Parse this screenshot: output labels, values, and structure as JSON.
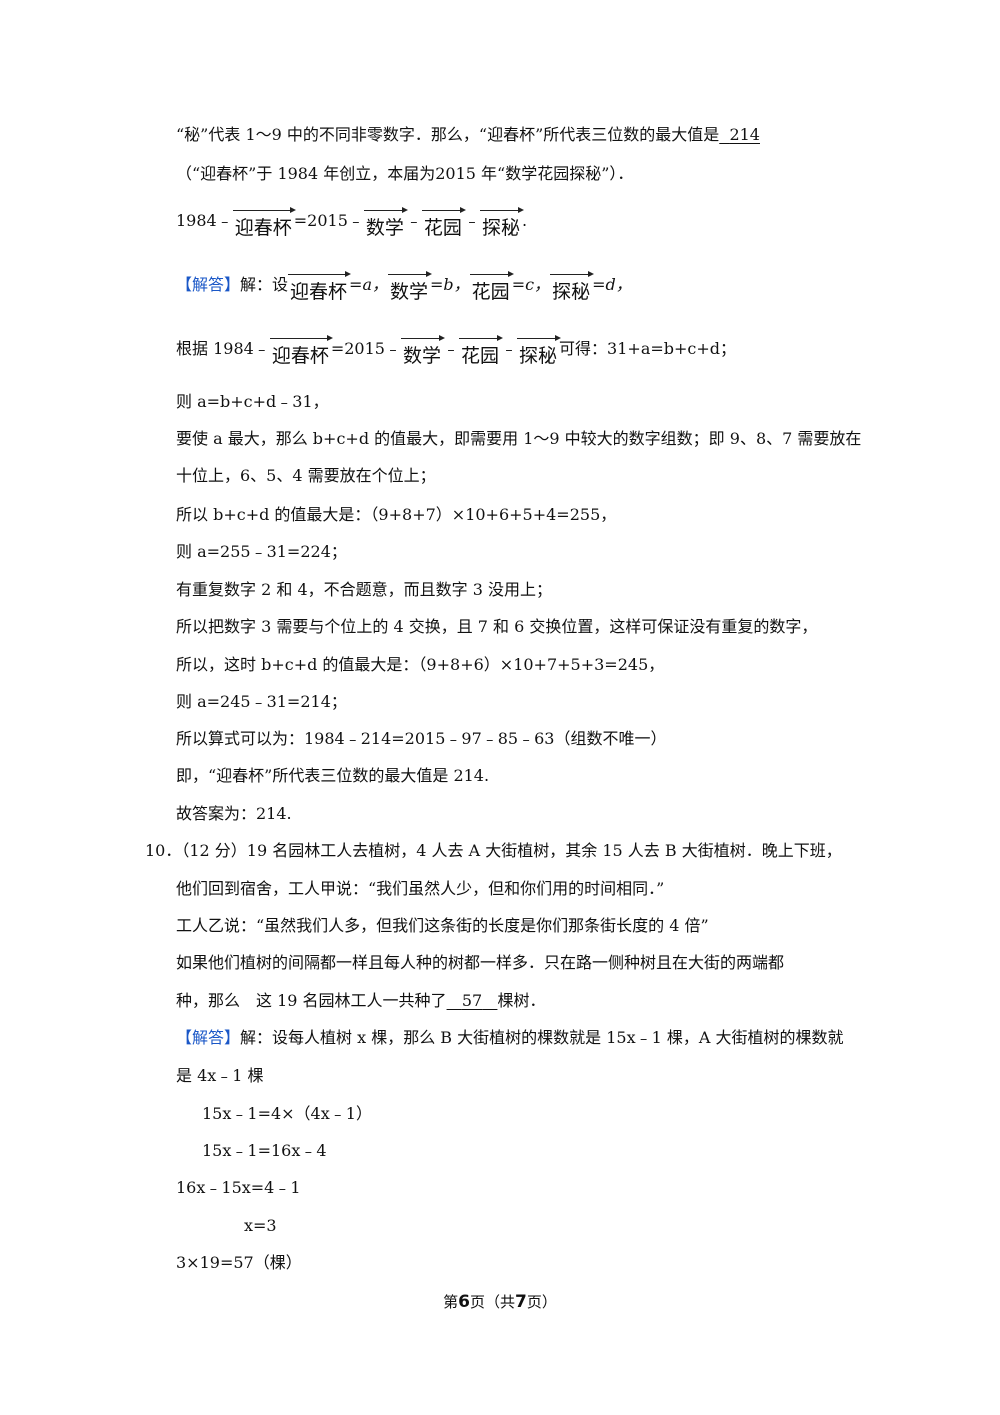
{
  "l1": {
    "a": "“秘”代表 1～9 中的不同非零数字．那么，“迎春杯”所代表三位数的最大值是",
    "ans": "214"
  },
  "l2": "（“迎春杯”于 1984 年创立，本届为2015 年“数学花园探秘”）．",
  "l3": {
    "a": "1984﹣",
    "w1": "迎春杯",
    "b": "=2015﹣",
    "w2": "数学",
    "c": "﹣",
    "w3": "花园",
    "d": "﹣",
    "w4": "探秘",
    "e": "."
  },
  "l4": {
    "tag": "【解答】",
    "a": "解：设",
    "w1": "迎春杯",
    "b": "=a，",
    "w2": "数学",
    "c": "=b，",
    "w3": "花园",
    "d": "=c，",
    "w4": "探秘",
    "e": "=d，"
  },
  "l5": {
    "a": "根据 1984﹣",
    "w1": "迎春杯",
    "b": "=2015﹣",
    "w2": "数学",
    "c": "﹣",
    "w3": "花园",
    "d": "﹣",
    "w4": "探秘",
    "e": "可得：31+a=b+c+d；"
  },
  "s1": "则 a=b+c+d﹣31，",
  "s2": "要使 a 最大，那么 b+c+d 的值最大，即需要用 1～9 中较大的数字组数；即 9、8、7 需要放在",
  "s3": "十位上，6、5、4 需要放在个位上；",
  "s4": "所以 b+c+d 的值最大是：（9+8+7）×10+6+5+4=255，",
  "s5": "则 a=255﹣31=224；",
  "s6": "有重复数字 2 和 4，不合题意，而且数字 3 没用上；",
  "s7": "所以把数字 3 需要与个位上的 4 交换，且 7 和 6 交换位置，这样可保证没有重复的数字，",
  "s8": "所以，这时 b+c+d 的值最大是：（9+8+6）×10+7+5+3=245，",
  "s9": "则 a=245﹣31=214；",
  "s10": "所以算式可以为：1984﹣214=2015﹣97﹣85﹣63（组数不唯一）",
  "s11": "即，“迎春杯”所代表三位数的最大值是 214.",
  "s12": "故答案为：214.",
  "q10": {
    "n": "10．（12 分）19 名园林工人去植树，4 人去 A 大街植树，其余 15 人去 B 大街植树．晚上下班，",
    "l2": "他们回到宿舍，工人甲说：“我们虽然人少，但和你们用的时间相同．”",
    "l3": "工人乙说：“虽然我们人多，但我们这条街的长度是你们那条街长度的 4 倍”",
    "l4": "如果他们植树的间隔都一样且每人种的树都一样多．只在路一侧种树且在大街的两端都",
    "l5a": "种，那么　这 19 名园林工人一共种了",
    "ans": "57",
    "l5b": "棵树．"
  },
  "a10": {
    "tag": "【解答】",
    "l1": "解：设每人植树 x 棵，那么 B 大街植树的棵数就是 15x﹣1 棵，A 大街植树的棵数就",
    "l2": "是 4x﹣1 棵",
    "e1": "15x﹣1=4×（4x﹣1）",
    "e2": "15x﹣1=16x﹣4",
    "e3": "16x﹣15x=4﹣1",
    "e4": "x=3",
    "e5": "3×19=57（棵）"
  },
  "footer": {
    "a": "第",
    "page": "6",
    "b": "页（共",
    "total": "7",
    "c": "页）"
  }
}
